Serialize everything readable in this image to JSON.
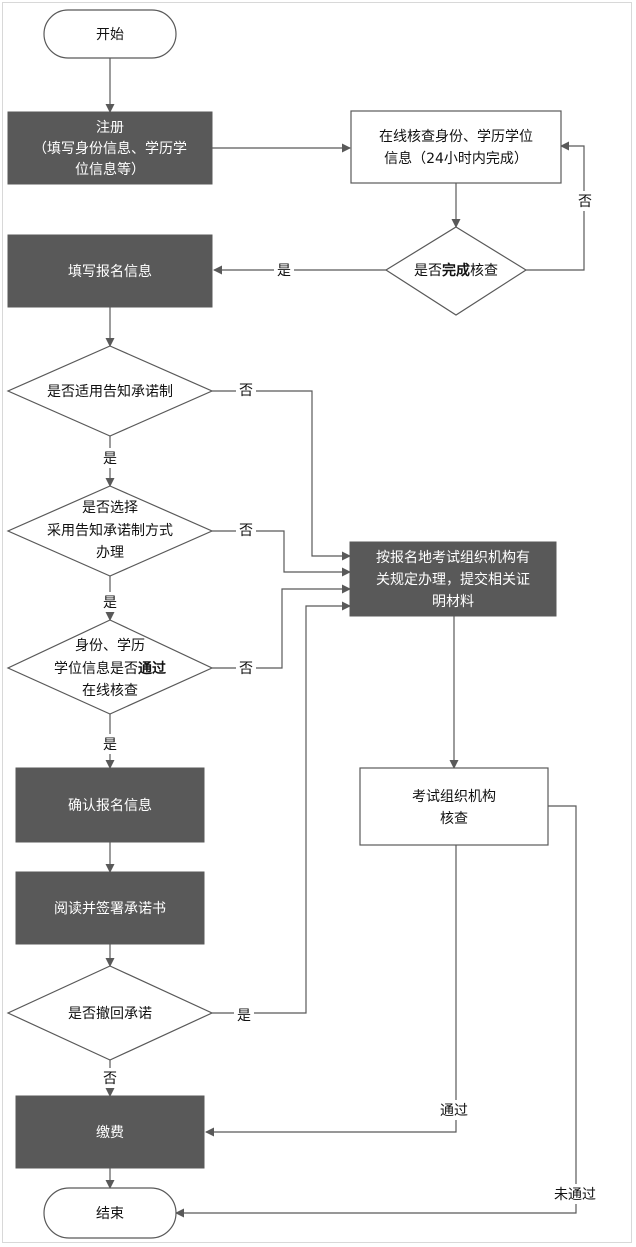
{
  "nodes": {
    "start": "开始",
    "register": [
      "注册",
      "（填写身份信息、学历学",
      "位信息等）"
    ],
    "online_check": [
      "在线核查身份、学历学位",
      "信息（24小时内完成）"
    ],
    "check_done": [
      "是否",
      "完成",
      "核查"
    ],
    "fill_info": "填写报名信息",
    "apply_notice": "是否适用告知承诺制",
    "choose_notice": [
      "是否选择",
      "采用告知承诺制方式",
      "办理"
    ],
    "verify_pass": [
      "身份、学历",
      "学位信息是否",
      "通过",
      "在线核查"
    ],
    "local_rules": [
      "按报名地考试组织机构有",
      "关规定办理，提交相关证",
      "明材料"
    ],
    "confirm": "确认报名信息",
    "read_sign": "阅读并签署承诺书",
    "withdraw": "是否撤回承诺",
    "exam_org_check": [
      "考试组织机构",
      "核查"
    ],
    "pay": "缴费",
    "end": "结束"
  },
  "edge_labels": {
    "yes": "是",
    "no": "否",
    "pass": "通过",
    "not_pass": "未通过"
  }
}
